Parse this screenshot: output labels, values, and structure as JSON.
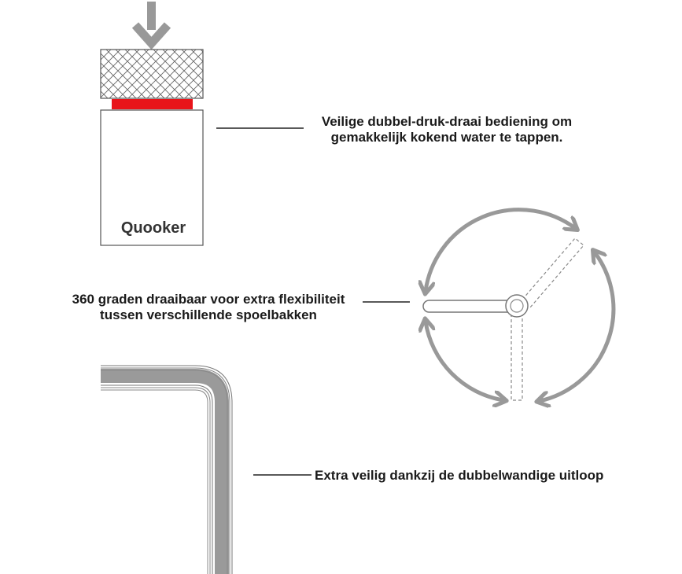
{
  "brand": "Quooker",
  "captions": {
    "push_turn": {
      "line1": "Veilige dubbel-druk-draai bediening om",
      "line2": "gemakkelijk kokend water te tappen."
    },
    "rotation": {
      "line1": "360 graden draaibaar voor extra flexibiliteit",
      "line2": "tussen verschillende spoelbakken"
    },
    "spout": {
      "line1": "Extra veilig dankzij de dubbelwandige uitloop"
    }
  },
  "colors": {
    "arrow_gray": "#999999",
    "button_red": "#e8141a",
    "outline": "#555555",
    "text": "#1a1a1a"
  },
  "icons": {
    "press_arrow": "down-arrow-icon",
    "rotation_arrows": "curved-arrow-icon"
  }
}
